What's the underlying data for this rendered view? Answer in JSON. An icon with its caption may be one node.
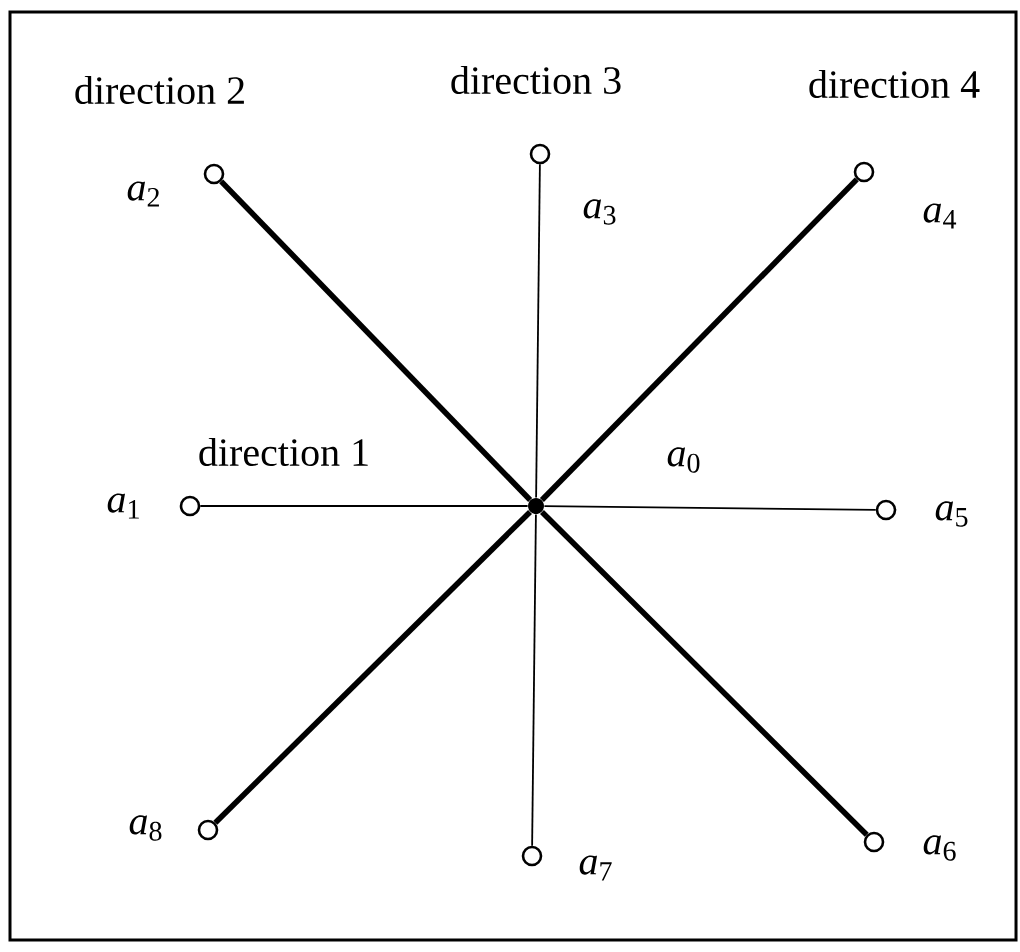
{
  "diagram": {
    "nodes": [
      {
        "text": [],
        "shape": "circle",
        "beside": [
          "*a*$_{0}$"
        ]
      },
      {
        "text": [],
        "shape": "circle",
        "beside": [
          "*a*$_{1}$",
          "direction 1"
        ]
      },
      {
        "text": [],
        "shape": "circle",
        "beside": [
          "*a*$_{2}$",
          "direction 2"
        ]
      },
      {
        "text": [],
        "shape": "circle",
        "beside": [
          "*a*$_{3}$",
          "direction 3"
        ]
      },
      {
        "text": [],
        "shape": "circle",
        "beside": [
          "*a*$_{4}$",
          "direction 4"
        ]
      },
      {
        "text": [],
        "shape": "circle",
        "beside": [
          "*a*$_{5}$"
        ]
      },
      {
        "text": [],
        "shape": "circle",
        "beside": [
          "*a*$_{6}$"
        ]
      },
      {
        "text": [],
        "shape": "circle",
        "beside": [
          "*a*$_{7}$"
        ]
      },
      {
        "text": [],
        "shape": "circle",
        "beside": [
          "*a*$_{8}$"
        ]
      }
    ],
    "edges": [
      {
        "from": 0,
        "to": 1,
        "arrow": "none"
      },
      {
        "from": 0,
        "to": 2,
        "arrow": "none",
        "style": "thick"
      },
      {
        "from": 0,
        "to": 3,
        "arrow": "none"
      },
      {
        "from": 0,
        "to": 4,
        "arrow": "none",
        "style": "thick"
      },
      {
        "from": 0,
        "to": 5,
        "arrow": "none"
      },
      {
        "from": 0,
        "to": 6,
        "arrow": "none",
        "style": "thick"
      },
      {
        "from": 0,
        "to": 7,
        "arrow": "none"
      },
      {
        "from": 0,
        "to": 8,
        "arrow": "none",
        "style": "thick"
      }
    ]
  }
}
